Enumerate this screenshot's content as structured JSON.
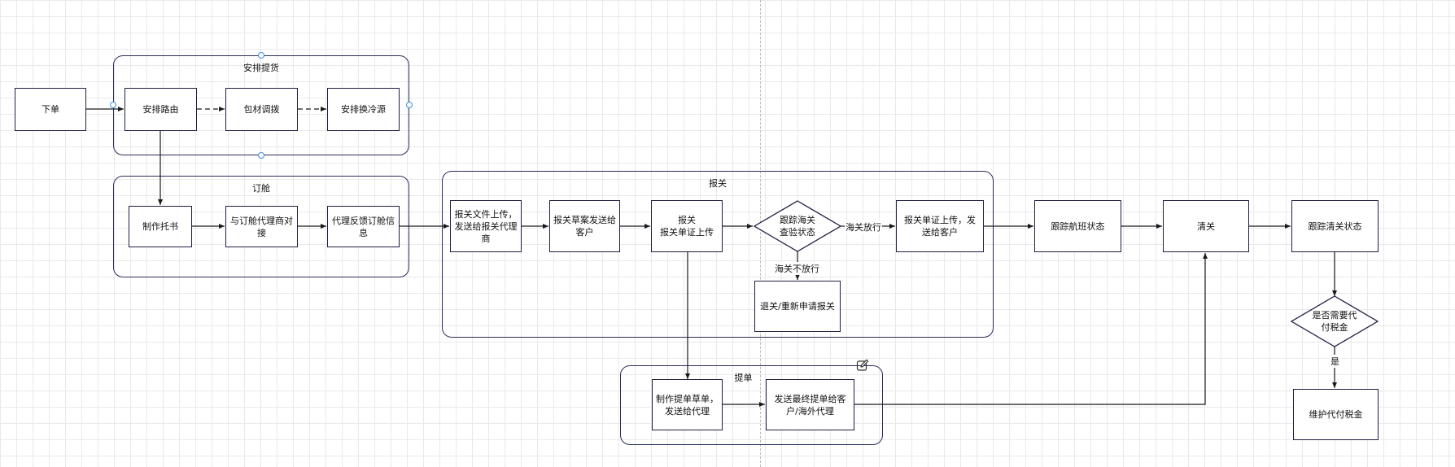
{
  "groups": {
    "arrange_pickup": "安排提货",
    "booking": "订舱",
    "customs": "报关",
    "bill_of_lading": "提单"
  },
  "nodes": {
    "place_order": "下单",
    "arrange_routing": "安排路由",
    "packaging_allocation": "包材调拨",
    "arrange_cold_source": "安排换冷源",
    "make_booking_letter": "制作托书",
    "connect_booking_agent": "与订舱代理商对接",
    "agent_feedback_booking": "代理反馈订舱信息",
    "upload_customs_docs": "报关文件上传，发送给报关代理商",
    "send_customs_draft": "报关草案发送给客户",
    "customs_upload_cert": "报关\n报关单证上传",
    "track_customs_inspection": "跟踪海关\n查验状态",
    "withdraw_reapply": "退关/重新申请报关",
    "upload_send_cert": "报关单证上传，发送给客户",
    "track_flight": "跟踪航班状态",
    "clearance": "清关",
    "track_clearance": "跟踪清关状态",
    "need_pay_tax": "是否需要代付税金",
    "maintain_tax": "维护代付税金",
    "make_bl_draft": "制作提单草单，发送给代理",
    "send_final_bl": "发送最终提单给客户/海外代理"
  },
  "edge_labels": {
    "customs_release": "海关放行",
    "customs_not_release": "海关不放行",
    "yes": "是"
  },
  "colors": {
    "stroke": "#1d1f3f",
    "group_stroke": "#2a2d5a",
    "selection_handle": "#3d8ee6",
    "grid": "#e9e9e9"
  },
  "icons": {
    "edit": "edit-icon"
  }
}
